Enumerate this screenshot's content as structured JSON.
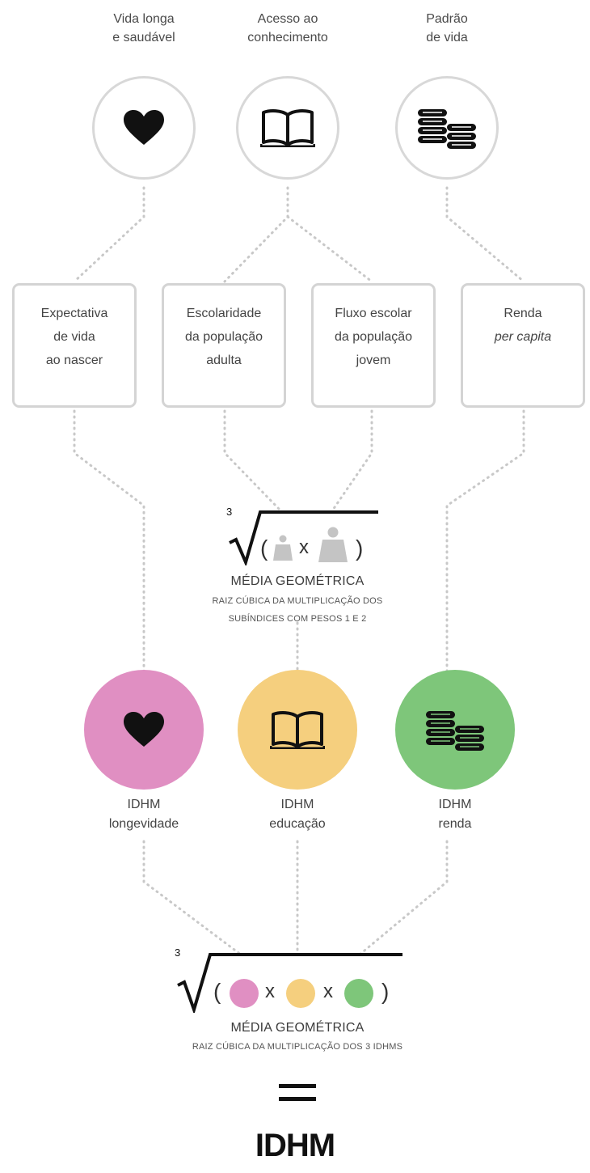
{
  "dimensions": [
    {
      "label_line1": "Vida longa",
      "label_line2": "e saudável",
      "icon": "heart-icon"
    },
    {
      "label_line1": "Acesso ao",
      "label_line2": "conhecimento",
      "icon": "book-icon"
    },
    {
      "label_line1": "Padrão",
      "label_line2": "de vida",
      "icon": "coins-icon"
    }
  ],
  "indicators": [
    {
      "line1": "Expectativa",
      "line2": "de vida",
      "line3": "ao nascer"
    },
    {
      "line1": "Escolaridade",
      "line2": "da população",
      "line3": "adulta"
    },
    {
      "line1": "Fluxo escolar",
      "line2": "da população",
      "line3": "jovem"
    },
    {
      "line1": "Renda",
      "line2": "per capita",
      "line3": ""
    }
  ],
  "formula_education": {
    "root_index": "3",
    "open_paren": "(",
    "times": "x",
    "close_paren": ")",
    "title": "MÉDIA GEOMÉTRICA",
    "subtitle_line1": "RAIZ CÚBICA DA MULTIPLICAÇÃO DOS",
    "subtitle_line2": "SUBÍNDICES COM PESOS 1 E 2",
    "weight_icon": "weight-icon"
  },
  "sub_indices": [
    {
      "line1": "IDHM",
      "line2": "longevidade",
      "color": "#e08fc2",
      "icon": "heart-icon"
    },
    {
      "line1": "IDHM",
      "line2": "educação",
      "color": "#f5cf7e",
      "icon": "book-icon"
    },
    {
      "line1": "IDHM",
      "line2": "renda",
      "color": "#7ec67a",
      "icon": "coins-icon"
    }
  ],
  "formula_final": {
    "root_index": "3",
    "open_paren": "(",
    "times1": "x",
    "times2": "x",
    "close_paren": ")",
    "title": "MÉDIA GEOMÉTRICA",
    "subtitle": "RAIZ CÚBICA DA MULTIPLICAÇÃO DOS 3 IDHMS"
  },
  "equals": "=",
  "result": "IDHM",
  "colors": {
    "connector": "#c8c8c8",
    "border": "#d6d6d6",
    "weight": "#c4c4c4"
  }
}
